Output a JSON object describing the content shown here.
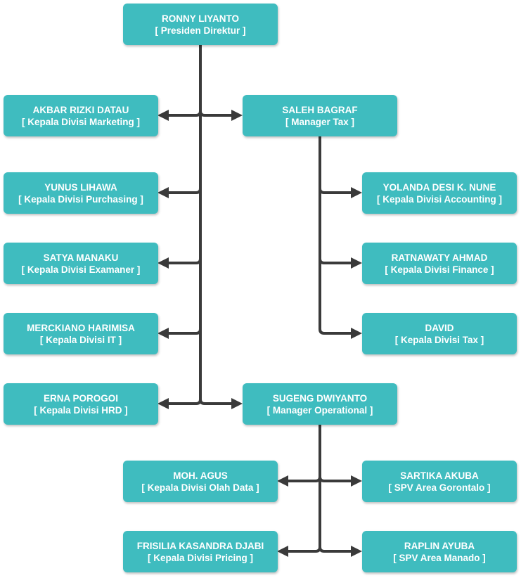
{
  "colors": {
    "node_fill": "#3fbcbf",
    "node_text": "#ffffff",
    "connector": "#3a3a3a"
  },
  "nodes": {
    "root": {
      "name": "RONNY LIYANTO",
      "title": "[ Presiden Direktur ]"
    },
    "akbar": {
      "name": "AKBAR RIZKI DATAU",
      "title": "[ Kepala Divisi Marketing ]"
    },
    "saleh": {
      "name": "SALEH BAGRAF",
      "title": "[ Manager Tax ]"
    },
    "yunus": {
      "name": "YUNUS LIHAWA",
      "title": "[ Kepala Divisi Purchasing ]"
    },
    "yolanda": {
      "name": "YOLANDA DESI K. NUNE",
      "title": "[ Kepala Divisi Accounting ]"
    },
    "satya": {
      "name": "SATYA MANAKU",
      "title": "[ Kepala Divisi Examaner ]"
    },
    "ratnawaty": {
      "name": "RATNAWATY AHMAD",
      "title": "[ Kepala Divisi Finance ]"
    },
    "merckiano": {
      "name": "MERCKIANO HARIMISA",
      "title": "[ Kepala Divisi IT ]"
    },
    "david": {
      "name": "DAVID",
      "title": "[ Kepala Divisi Tax ]"
    },
    "erna": {
      "name": "ERNA POROGOI",
      "title": "[ Kepala Divisi HRD ]"
    },
    "sugeng": {
      "name": "SUGENG DWIYANTO",
      "title": "[ Manager Operational ]"
    },
    "moh": {
      "name": "MOH. AGUS",
      "title": "[ Kepala Divisi Olah Data ]"
    },
    "sartika": {
      "name": "SARTIKA AKUBA",
      "title": "[ SPV Area Gorontalo ]"
    },
    "frisilia": {
      "name": "FRISILIA KASANDRA DJABI",
      "title": "[ Kepala Divisi Pricing ]"
    },
    "raplin": {
      "name": "RAPLIN AYUBA",
      "title": "[ SPV Area Manado ]"
    }
  }
}
